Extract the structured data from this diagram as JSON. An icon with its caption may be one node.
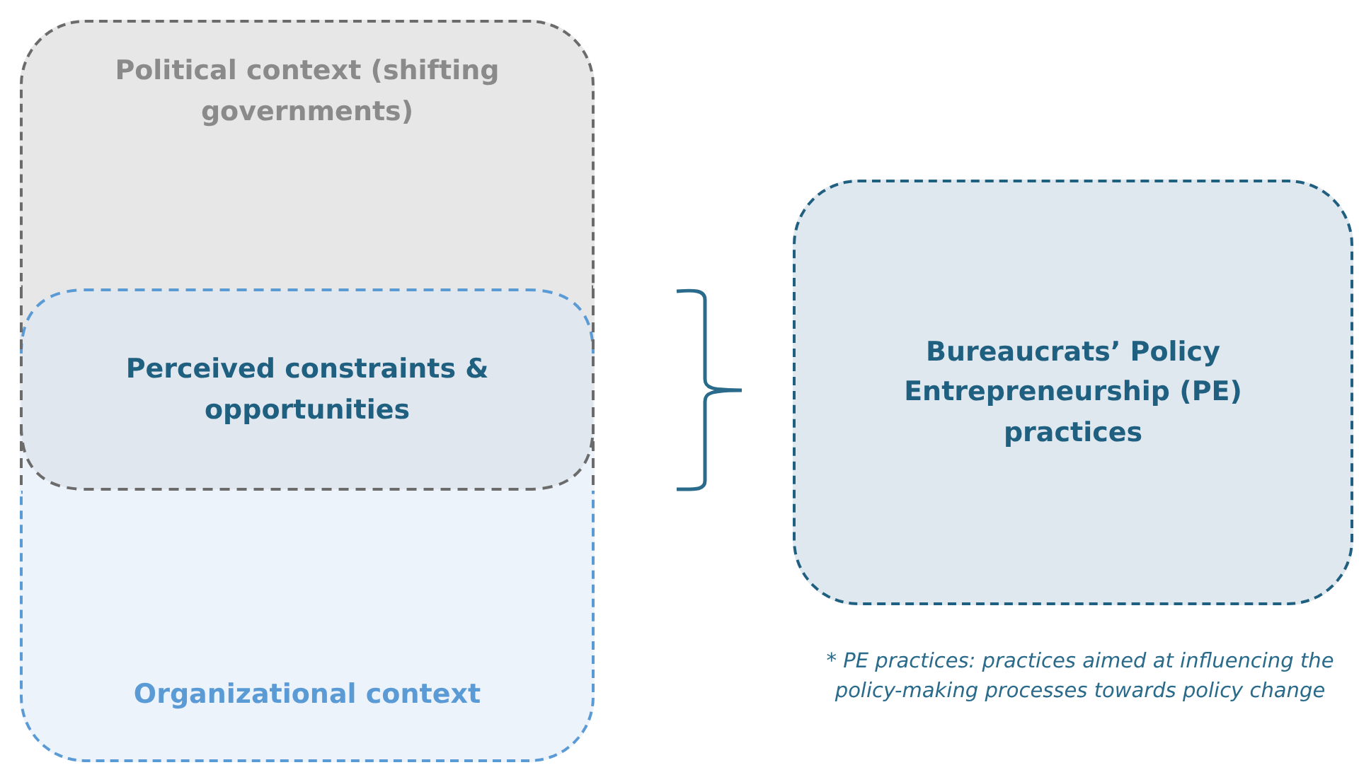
{
  "diagram": {
    "nodes": [
      {
        "text": [
          "Political context (shifting governments)"
        ]
      },
      {
        "text": [
          "Organizational context"
        ]
      },
      {
        "text": [
          "Perceived constraints & opportunities"
        ]
      },
      {
        "text": [
          "Bureaucrats’ Policy Entrepreneurship (PE) practices"
        ]
      }
    ],
    "labels": [
      "* PE practices: practices aimed at influencing the policy-making processes towards policy change"
    ]
  }
}
